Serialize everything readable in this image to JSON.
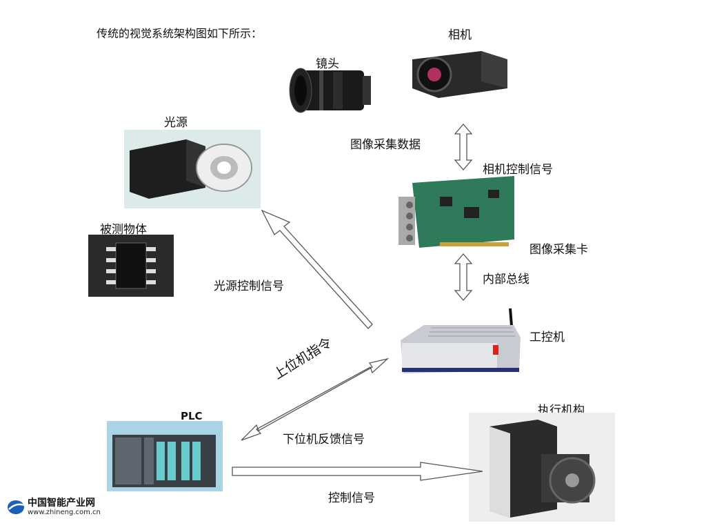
{
  "title": "传统的视觉系统架构图如下所示：",
  "components": {
    "lens": "镜头",
    "camera": "相机",
    "light_source": "光源",
    "object": "被测物体",
    "capture_card": "图像采集卡",
    "ipc": "工控机",
    "plc": "PLC",
    "actuator": "执行机构"
  },
  "signals": {
    "image_data": "图像采集数据",
    "camera_control": "相机控制信号",
    "internal_bus": "内部总线",
    "light_control": "光源控制信号",
    "host_command": "上位机指令",
    "feedback": "下位机反馈信号",
    "control": "控制信号"
  },
  "logo": {
    "name": "中国智能产业网",
    "url": "www.zhineng.com.cn"
  }
}
